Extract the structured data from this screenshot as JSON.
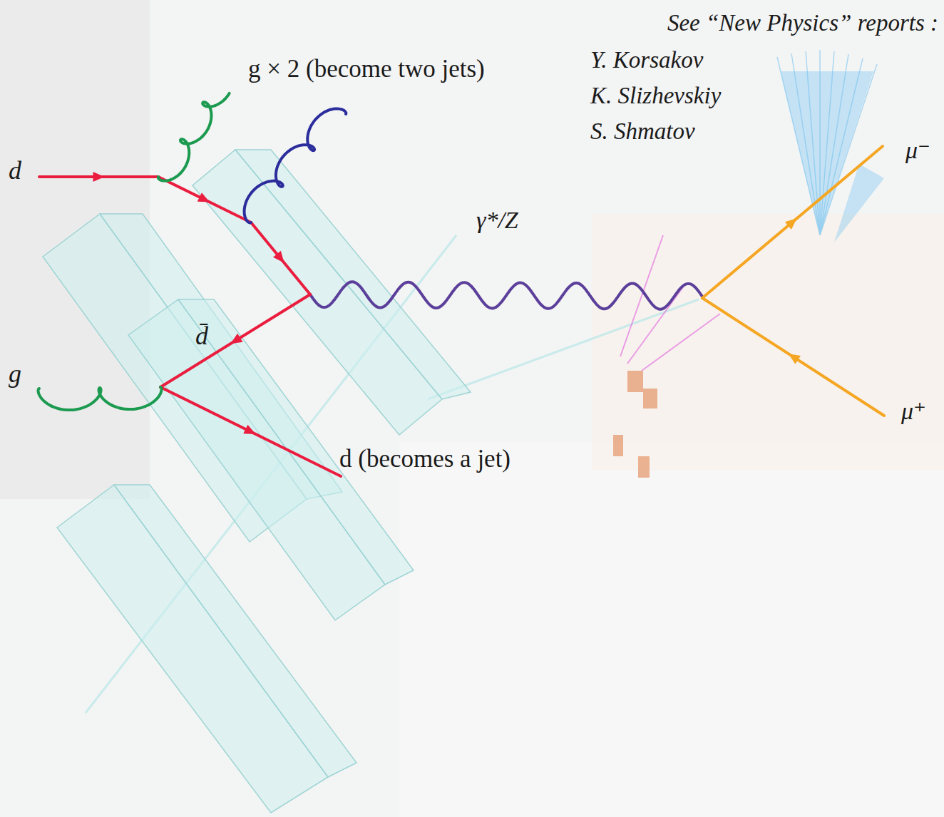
{
  "diagram": {
    "labels": [
      "d",
      "g × 2 (become two jets)",
      "See “New Physics” reports :",
      "Y. Korsakov",
      "K. Slizhevskiy",
      "S. Shmatov",
      "μ⁻",
      "γ*/Z",
      "d̄",
      "g",
      "μ⁺",
      "d (becomes a jet)"
    ]
  }
}
